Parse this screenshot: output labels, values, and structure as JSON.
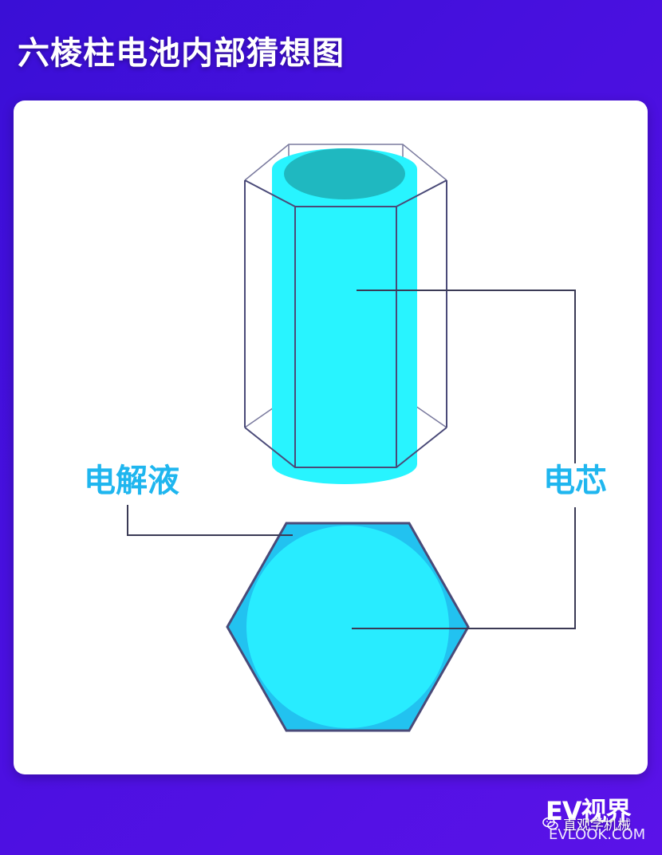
{
  "title": "六棱柱电池内部猜想图",
  "labels": {
    "electrolyte": "电解液",
    "core": "电芯"
  },
  "watermark": {
    "brand": "EV视界",
    "site": "EVLOOK.COM",
    "account": "直观学机械"
  },
  "colors": {
    "background": "#4410dd",
    "card": "#ffffff",
    "label": "#1fb6ef",
    "cylinder": "#28f4ff",
    "cylinder_top": "#1fb8c0",
    "hexagon_fill": "#22c2f0",
    "circle_fill": "#28ecff",
    "outline": "#4a4a78"
  },
  "icons": {
    "wechat": "wechat-icon"
  }
}
